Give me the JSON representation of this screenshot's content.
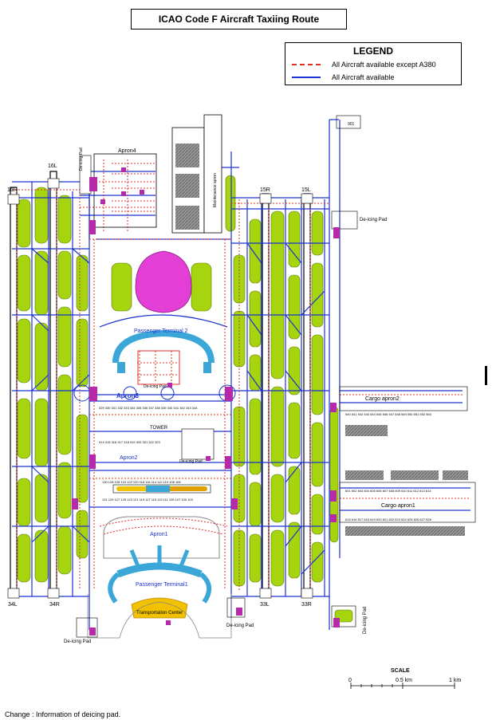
{
  "title": "ICAO Code F Aircraft Taxiing Route",
  "legend": {
    "heading": "LEGEND",
    "items": [
      {
        "label": "All Aircraft available except A380",
        "style": "red-dashed",
        "color": "#e0302a"
      },
      {
        "label": "All Aircraft available",
        "style": "blue-solid",
        "color": "#1a33d0"
      }
    ]
  },
  "colors": {
    "grass": "#a6d40f",
    "taxiway_blue": "#1a33d0",
    "restricted_red": "#e0302a",
    "terminal": "#3aa7d8",
    "tower_magenta": "#e33fd6",
    "stand_marker": "#b52aa8",
    "building_gray": "#8a8a8a",
    "transport_yellow": "#f2c200"
  },
  "runways": {
    "16L": "16L",
    "16R": "16R",
    "15R": "15R",
    "15L": "15L",
    "34L": "34L",
    "34R": "34R",
    "33L": "33L",
    "33R": "33R"
  },
  "labels": {
    "apron4": "Apron4",
    "apron3": "Apron3",
    "apron2": "Apron2",
    "apron1": "Apron1",
    "terminal2": "Passenger Terminal 2",
    "terminal1": "Passenger Terminal1",
    "tower": "TOWER",
    "transport": "Transportation Center",
    "cargo_apron1": "Cargo apron1",
    "cargo_apron2": "Cargo apron2",
    "maintenance": "Maintenance apron",
    "deicing_top_right": "De-icing Pad",
    "deicing_bottom_left": "De-icing Pad",
    "deicing_bottom_mid": "De-icing Pad",
    "deicing_bottom_right": "De-icing Pad",
    "deicing_apron3": "De-icing Pad",
    "deicing_apron2": "De-icing Pad",
    "deicing_apron4": "De-icing Pad",
    "stand_901": "901"
  },
  "scale": {
    "heading": "SCALE",
    "zero": "0",
    "half": "0.5 km",
    "one": "1 km"
  },
  "footer": "Change : Information of deicing pad."
}
